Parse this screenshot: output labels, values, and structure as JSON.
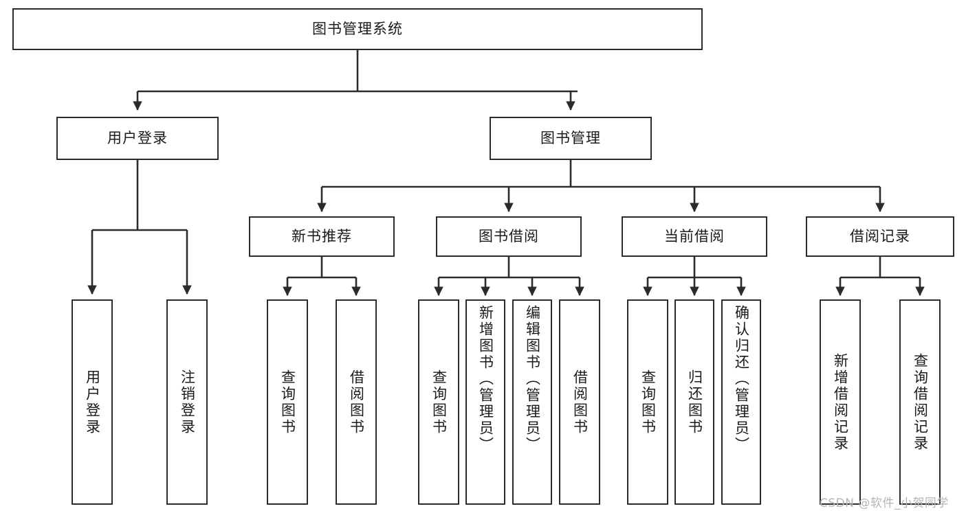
{
  "diagram": {
    "title": "图书管理系统",
    "type": "tree-hierarchy-chart",
    "colors": {
      "stroke": "#2b2b2b",
      "fill": "#ffffff",
      "text": "#1a1a1a",
      "watermark": "#b4b4b4"
    },
    "nodes": {
      "root": {
        "label": "图书管理系统"
      },
      "level1": [
        {
          "id": "user-login",
          "label": "用户登录"
        },
        {
          "id": "book-manage",
          "label": "图书管理"
        }
      ],
      "level2": [
        {
          "id": "new-book-rec",
          "label": "新书推荐"
        },
        {
          "id": "book-borrow",
          "label": "图书借阅"
        },
        {
          "id": "current-borrow",
          "label": "当前借阅"
        },
        {
          "id": "borrow-record",
          "label": "借阅记录"
        }
      ],
      "leaves": {
        "user_login": [
          {
            "id": "leaf-user-login",
            "label": "用户登录"
          },
          {
            "id": "leaf-logout-login",
            "label": "注销登录"
          }
        ],
        "new_book_rec": [
          {
            "id": "leaf-query-book-1",
            "label": "查询图书"
          },
          {
            "id": "leaf-borrow-book-1",
            "label": "借阅图书"
          }
        ],
        "book_borrow": [
          {
            "id": "leaf-query-book-2",
            "label": "查询图书"
          },
          {
            "id": "leaf-add-book",
            "label": "新增图书（管理员）"
          },
          {
            "id": "leaf-edit-book",
            "label": "编辑图书（管理员）"
          },
          {
            "id": "leaf-borrow-book-2",
            "label": "借阅图书"
          }
        ],
        "current_borrow": [
          {
            "id": "leaf-query-book-3",
            "label": "查询图书"
          },
          {
            "id": "leaf-return-book",
            "label": "归还图书"
          },
          {
            "id": "leaf-confirm-return",
            "label": "确认归还（管理员）"
          }
        ],
        "borrow_record": [
          {
            "id": "leaf-add-record",
            "label": "新增借阅记录"
          },
          {
            "id": "leaf-query-record",
            "label": "查询借阅记录"
          }
        ]
      }
    },
    "watermark": "CSDN @软件_小贺同学"
  }
}
